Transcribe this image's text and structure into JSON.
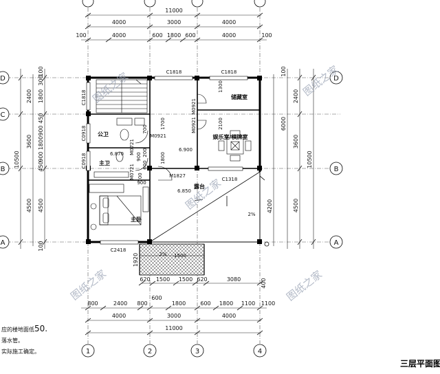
{
  "drawing": {
    "title": "三层平面图",
    "notes": {
      "line1_text": "应的楼地面低",
      "line1_value": "50.",
      "line2": "落水管。",
      "line3": "实际施工确定。"
    }
  },
  "grid_axes": {
    "columns": [
      "1",
      "2",
      "3",
      "4"
    ],
    "rows": [
      "D",
      "C",
      "B",
      "A"
    ]
  },
  "dimensions": {
    "top_overall": "11000",
    "top_spans": [
      "4000",
      "3000",
      "4000"
    ],
    "top_detail": [
      "100",
      "4000",
      "600",
      "1800",
      "600",
      "4000",
      "100"
    ],
    "bottom_overall": "11000",
    "bottom_spans": [
      "4000",
      "3000",
      "4000"
    ],
    "bottom_detail": [
      "800",
      "2400",
      "800",
      "600",
      "1800",
      "600",
      "1800",
      "1100",
      "1100"
    ],
    "bottom_balcony": [
      "620",
      "1500",
      "1500",
      "620",
      "3080"
    ],
    "left_overall": "10500",
    "left_spans": [
      "2400",
      "3600",
      "4500"
    ],
    "left_detail": [
      "100",
      "300",
      "1800",
      "450",
      "900",
      "1800",
      "900",
      "450",
      "4500",
      "100"
    ],
    "right_overall": "10500",
    "right_spans": [
      "2400",
      "3600",
      "4500"
    ],
    "right_detail": [
      "6000",
      "4200",
      "100"
    ],
    "misc_small": [
      "400",
      "1920",
      "600"
    ]
  },
  "rooms": {
    "storage": "储藏室",
    "entertainment": "娱乐室/棋牌室",
    "public_bath": "公卫",
    "master_bath": "主卫",
    "master_bedroom": "主卧",
    "terrace": "露台"
  },
  "openings": {
    "windows": [
      "C1818",
      "C1818",
      "C1818",
      "C0918",
      "C0918",
      "C1318",
      "C2418"
    ],
    "doors": [
      "M0921",
      "M0921",
      "M0921",
      "M0721",
      "M0721",
      "M1827"
    ],
    "small_tags": [
      "700",
      "900",
      "1700",
      "1800",
      "1300",
      "2100",
      "200",
      "600",
      "900",
      "700",
      "1500"
    ]
  },
  "levels": {
    "level_1": "6.900",
    "level_2": "6.850",
    "level_3": "6.870",
    "slope_1": "2%",
    "slope_2": "2%"
  },
  "watermark": "图纸之家"
}
